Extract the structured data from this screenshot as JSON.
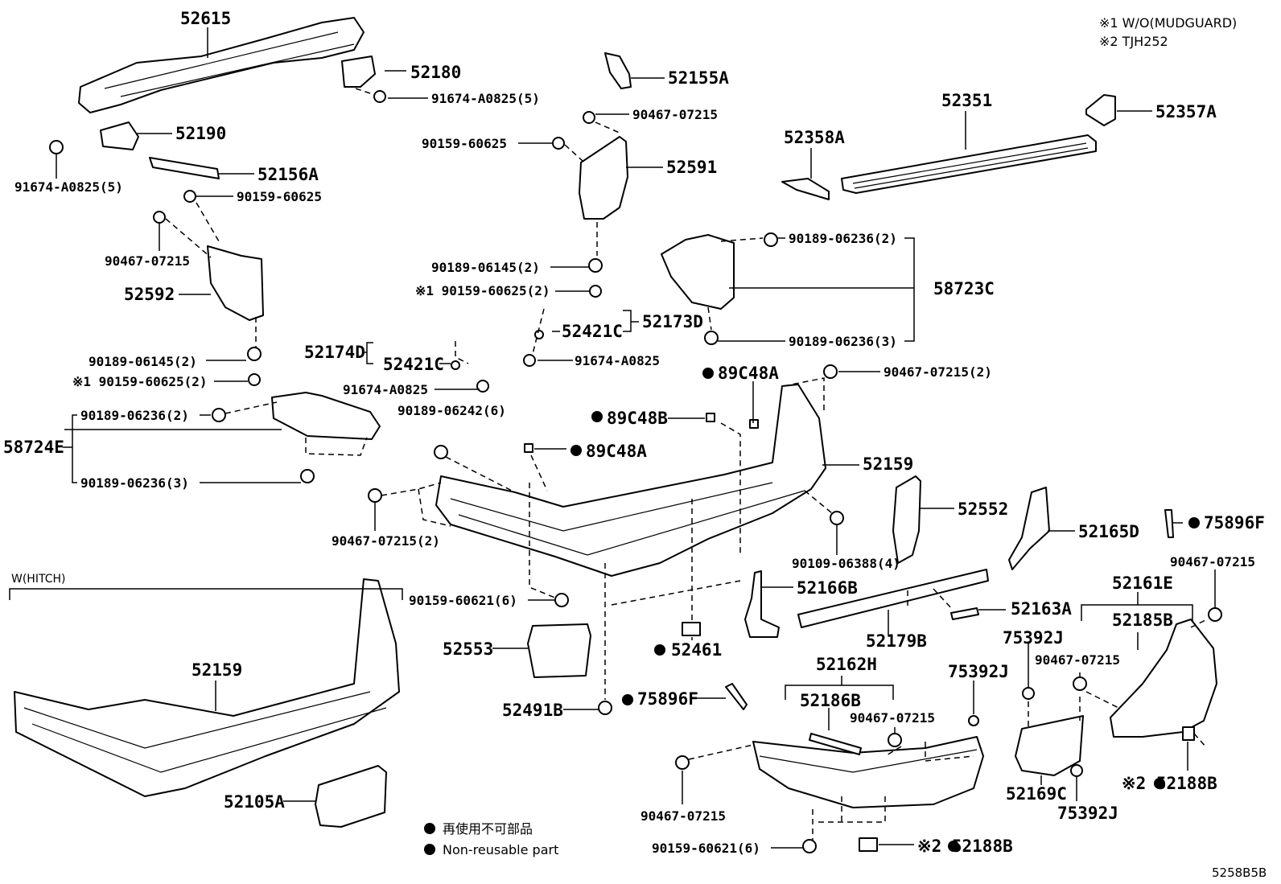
{
  "notes": {
    "note1": "※1 W/O(MUDGUARD)",
    "note2": "※2 TJH252"
  },
  "section_hitch": "W(HITCH)",
  "legend": {
    "jp": "再使用不可部品",
    "en": "Non-reusable part"
  },
  "figure_code": "5258B5B",
  "labels": {
    "p52615": "52615",
    "p52180": "52180",
    "p91674_a0825_5_top": "91674-A0825(5)",
    "p52190": "52190",
    "p91674_a0825_5_left": "91674-A0825(5)",
    "p52156A": "52156A",
    "p90159_60625_a": "90159-60625",
    "p90467_07215_a": "90467-07215",
    "p52592": "52592",
    "p90189_06145_2_left": "90189-06145(2)",
    "p90159_60625_2_left": "※1 90159-60625(2)",
    "p90189_06236_2_left": "90189-06236(2)",
    "p58724E": "58724E",
    "p90189_06236_3_left": "90189-06236(3)",
    "p52155A": "52155A",
    "p90467_07215_b": "90467-07215",
    "p90159_60625_b": "90159-60625",
    "p52591": "52591",
    "p90189_06145_2_mid": "90189-06145(2)",
    "p90159_60625_2_mid": "※1 90159-60625(2)",
    "p52421C_mid": "52421C",
    "p52173D": "52173D",
    "p91674_a0825_mid": "91674-A0825",
    "p52174D": "52174D",
    "p52421C_left": "52421C",
    "p91674_a0825_left": "91674-A0825",
    "p52351": "52351",
    "p52357A": "52357A",
    "p52358A": "52358A",
    "p90189_06236_2_right": "90189-06236(2)",
    "p58723C": "58723C",
    "p90189_06236_3_right": "90189-06236(3)",
    "p89C48A_top": "89C48A",
    "p90467_07215_2_right": "90467-07215(2)",
    "p89C48B": "89C48B",
    "p89C48A_mid": "89C48A",
    "p90189_06242_6": "90189-06242(6)",
    "p52159_main": "52159",
    "p52552": "52552",
    "p52165D": "52165D",
    "p75896F_right": "75896F",
    "p90467_07215_2_low": "90467-07215(2)",
    "p90109_06388_4": "90109-06388(4)",
    "p90159_60621_6_mid": "90159-60621(6)",
    "p52166B": "52166B",
    "p52163A": "52163A",
    "p52179B": "52179B",
    "p90467_07215_far": "90467-07215",
    "p52161E": "52161E",
    "p52185B": "52185B",
    "p75392J_a": "75392J",
    "p90467_07215_mid2": "90467-07215",
    "p52553": "52553",
    "p52461": "52461",
    "p52162H": "52162H",
    "p75392J_b": "75392J",
    "p52186B": "52186B",
    "p90467_07215_inner": "90467-07215",
    "p52491B": "52491B",
    "p75896F_mid": "75896F",
    "p52159_hitch": "52159",
    "p52105A": "52105A",
    "p90467_07215_bottom": "90467-07215",
    "p90159_60621_6_bottom": "90159-60621(6)",
    "p52188B_bottom": "※2 52188B",
    "p52188B_right": "※2 52188B",
    "p52169C": "52169C",
    "p75392J_c": "75392J"
  }
}
